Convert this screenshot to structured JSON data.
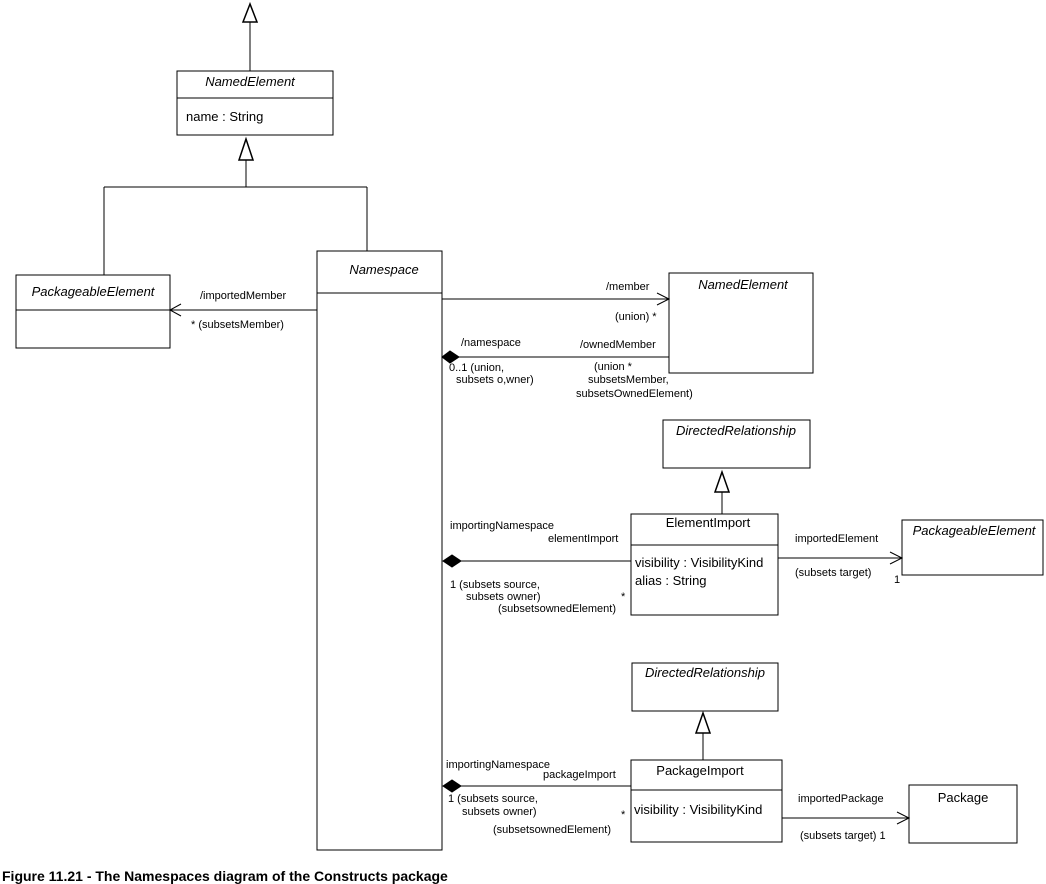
{
  "classes": {
    "named_element_top": {
      "name": "NamedElement",
      "attribute": "name : String"
    },
    "packageable_element_left": {
      "name": "PackageableElement"
    },
    "namespace": {
      "name": "Namespace"
    },
    "named_element_right": {
      "name": "NamedElement"
    },
    "directed_relationship_1": {
      "name": "DirectedRelationship"
    },
    "element_import": {
      "name": "ElementImport",
      "attributes": [
        "visibility : VisibilityKind",
        "alias : String"
      ]
    },
    "packageable_element_right": {
      "name": "PackageableElement"
    },
    "directed_relationship_2": {
      "name": "DirectedRelationship"
    },
    "package_import": {
      "name": "PackageImport",
      "attributes": [
        "visibility : VisibilityKind"
      ]
    },
    "package": {
      "name": "Package"
    }
  },
  "labels": {
    "imported_member": "/importedMember",
    "imported_member_mult": "* (subsetsMember)",
    "member": "/member",
    "member_mult": "(union) *",
    "namespace_role": "/namespace",
    "namespace_mult_1": "0..1 (union,",
    "namespace_mult_2": "subsets o,wner)",
    "owned_member": "/ownedMember",
    "owned_member_1": "(union *",
    "owned_member_2": "subsetsMember,",
    "owned_member_3": "subsetsOwnedElement)",
    "ei_importing_ns": "importingNamespace",
    "ei_element_import": "elementImport",
    "ei_src_1": "1 (subsets source,",
    "ei_src_2": "subsets owner)",
    "ei_star": "*",
    "ei_owned": "(subsetsownedElement)",
    "imported_element": "importedElement",
    "ie_target": "(subsets target)",
    "ie_one": "1",
    "pi_importing_ns": "importingNamespace",
    "pi_package_import": "packageImport",
    "pi_src_1": "1 (subsets source,",
    "pi_src_2": "subsets owner)",
    "pi_star": "*",
    "pi_owned": "(subsetsownedElement)",
    "imported_package": "importedPackage",
    "ip_target": "(subsets target) 1"
  },
  "caption": "Figure 11.21 - The Namespaces diagram of the Constructs package"
}
